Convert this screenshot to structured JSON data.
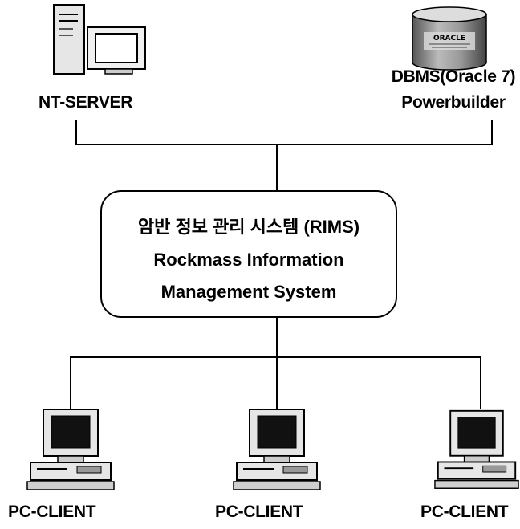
{
  "nodes": {
    "nt_server": {
      "label": "NT-SERVER"
    },
    "dbms": {
      "label_line1": "DBMS(Oracle 7)",
      "label_line2": "Powerbuilder",
      "cylinder_text": "ORACLE"
    },
    "rims_box": {
      "line1": "암반 정보 관리 시스템 (RIMS)",
      "line2": "Rockmass Information",
      "line3": "Management System"
    },
    "clients": [
      {
        "label": "PC-CLIENT"
      },
      {
        "label": "PC-CLIENT"
      },
      {
        "label": "PC-CLIENT"
      }
    ]
  },
  "colors": {
    "line": "#000000",
    "screen": "#111111",
    "case": "#e6e6e6"
  }
}
